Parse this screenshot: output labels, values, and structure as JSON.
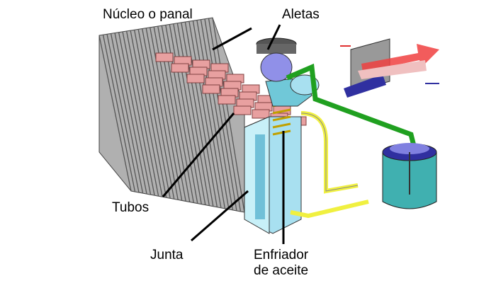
{
  "labels": {
    "core": "Núcleo o panal",
    "fins": "Aletas",
    "tubes": "Tubos",
    "gasket": "Junta",
    "oil_cooler_line1": "Enfriador",
    "oil_cooler_line2": "de aceite"
  },
  "colors": {
    "core": "#8a8a8a",
    "tubes": "#e8a0a0",
    "tank": "#a8e0f0",
    "cap": "#8080e0",
    "hose": "#20a020",
    "oil_line": "#f0f040",
    "reservoir": "#40b0b0",
    "hot_arrow": "#f04040",
    "cold_arrow": "#4040c0"
  }
}
